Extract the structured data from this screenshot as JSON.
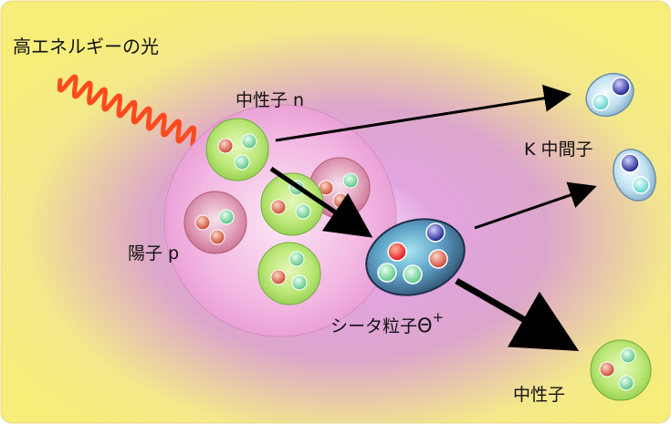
{
  "labels": {
    "photon": "高エネルギーの光",
    "neutron": "中性子 n",
    "proton": "陽子 p",
    "kaon": "K 中間子",
    "theta_base": "シータ粒子",
    "theta_symbol": "Θ",
    "theta_charge": "+",
    "neutron_out": "中性子"
  },
  "colors": {
    "background_glow": "#d896d8",
    "background_edge": "#f6ee78",
    "photon_wave": "#ff4a1e",
    "nucleus": "#f2b2e2",
    "neutron_shell": "#aee05a",
    "proton_shell": "#d66a8a",
    "theta_shell": "#4a86ae",
    "kaon_shell": "#9ec6e0",
    "quark_green": "#7ed69c",
    "quark_red": "#d9553a",
    "quark_blue": "#2e2e9a",
    "arrow": "#000000"
  },
  "icons": {
    "photon": "wavy-line",
    "nucleus": "sphere",
    "quark": "small-sphere",
    "arrow": "arrow"
  }
}
